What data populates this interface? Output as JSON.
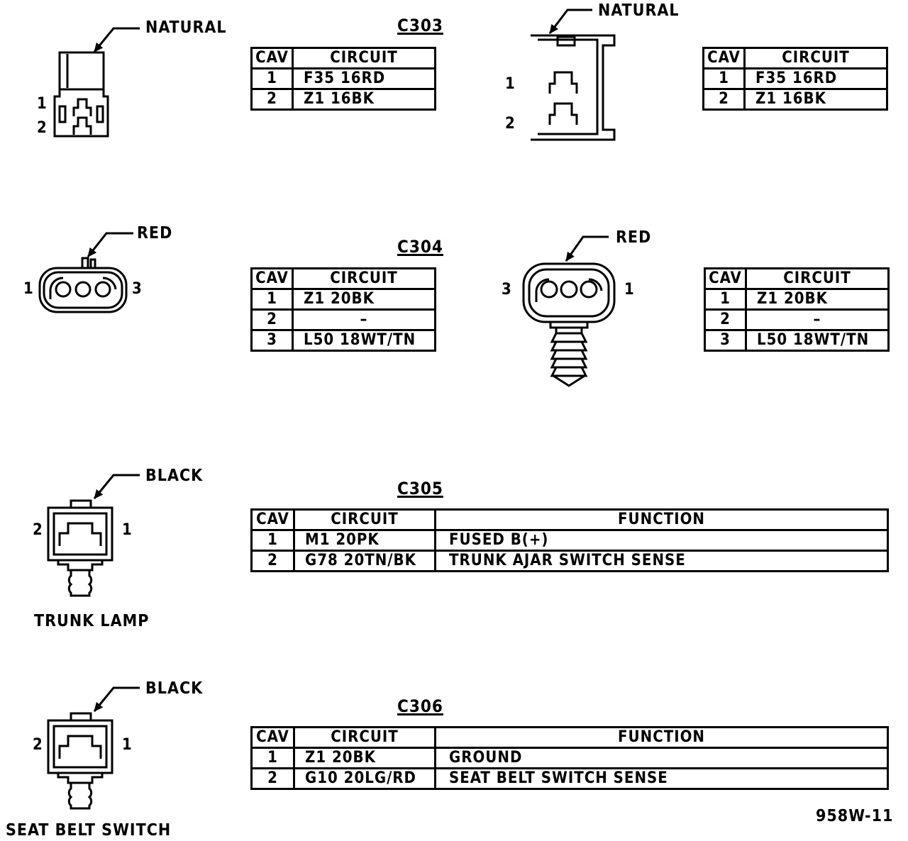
{
  "doc_id": "958W-11",
  "headers": {
    "cav": "CAV",
    "circuit": "CIRCUIT",
    "function": "FUNCTION"
  },
  "c303": {
    "title": "C303",
    "left_color": "NATURAL",
    "right_color": "NATURAL",
    "left_rows": [
      {
        "cav": "1",
        "circuit": "F35 16RD"
      },
      {
        "cav": "2",
        "circuit": "Z1 16BK"
      }
    ],
    "right_rows": [
      {
        "cav": "1",
        "circuit": "F35 16RD"
      },
      {
        "cav": "2",
        "circuit": "Z1 16BK"
      }
    ],
    "left_pins": [
      "1",
      "2"
    ],
    "right_pins": [
      "1",
      "2"
    ]
  },
  "c304": {
    "title": "C304",
    "left_color": "RED",
    "right_color": "RED",
    "left_rows": [
      {
        "cav": "1",
        "circuit": "Z1 20BK"
      },
      {
        "cav": "2",
        "circuit": "–"
      },
      {
        "cav": "3",
        "circuit": "L50 18WT/TN"
      }
    ],
    "right_rows": [
      {
        "cav": "1",
        "circuit": "Z1 20BK"
      },
      {
        "cav": "2",
        "circuit": "–"
      },
      {
        "cav": "3",
        "circuit": "L50 18WT/TN"
      }
    ],
    "left_pins": [
      "1",
      "3"
    ],
    "right_pins": [
      "3",
      "1"
    ]
  },
  "c305": {
    "title": "C305",
    "color": "BLACK",
    "component": "TRUNK LAMP",
    "pins": [
      "2",
      "1"
    ],
    "rows": [
      {
        "cav": "1",
        "circuit": "M1 20PK",
        "function": "FUSED B(+)"
      },
      {
        "cav": "2",
        "circuit": "G78 20TN/BK",
        "function": "TRUNK AJAR SWITCH SENSE"
      }
    ]
  },
  "c306": {
    "title": "C306",
    "color": "BLACK",
    "component": "SEAT BELT SWITCH",
    "pins": [
      "2",
      "1"
    ],
    "rows": [
      {
        "cav": "1",
        "circuit": "Z1 20BK",
        "function": "GROUND"
      },
      {
        "cav": "2",
        "circuit": "G10 20LG/RD",
        "function": "SEAT BELT SWITCH SENSE"
      }
    ]
  }
}
